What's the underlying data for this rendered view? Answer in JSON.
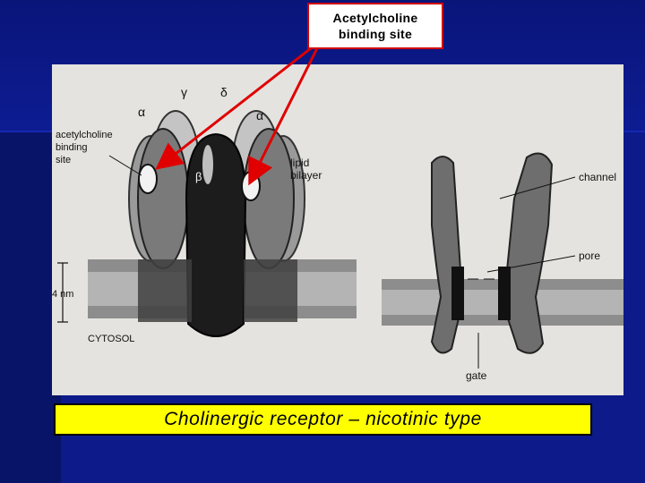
{
  "callout": {
    "line1": "Acetylcholine",
    "line2": "binding site"
  },
  "figure": {
    "receptor_labels": {
      "gamma": "γ",
      "delta": "δ",
      "alpha_left": "α",
      "alpha_right": "α",
      "beta": "β",
      "acetylcholine_binding_site_1": "acetylcholine",
      "acetylcholine_binding_site_2": "binding",
      "acetylcholine_binding_site_3": "site",
      "lipid_bilayer_1": "lipid",
      "lipid_bilayer_2": "bilayer",
      "scale": "4 nm",
      "cytosol": "CYTOSOL"
    },
    "channel_labels": {
      "channel": "channel",
      "pore": "pore",
      "gate": "gate"
    }
  },
  "caption": "Cholinergic receptor – nicotinic type",
  "colors": {
    "background": "#0c1a8a",
    "callout_border": "#d10000",
    "arrow": "#e00000",
    "caption_bg": "#ffff00"
  }
}
